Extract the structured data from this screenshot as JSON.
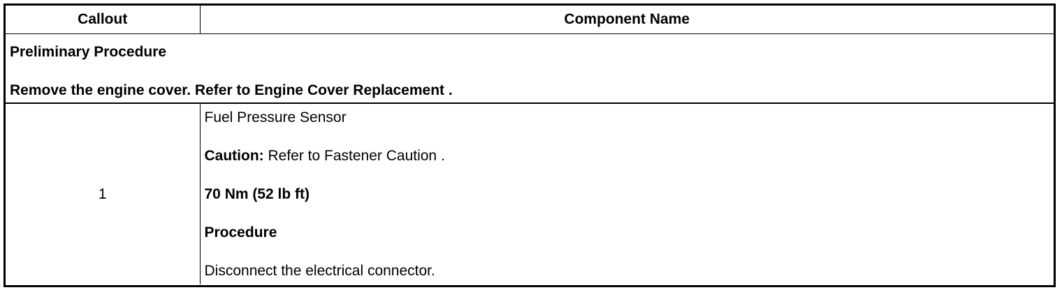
{
  "table": {
    "headers": {
      "callout": "Callout",
      "component_name": "Component Name"
    },
    "preliminary": {
      "title": "Preliminary Procedure",
      "step": "Remove the engine cover. Refer to Engine Cover Replacement ."
    },
    "rows": [
      {
        "callout": "1",
        "component": "Fuel Pressure Sensor",
        "caution_label": "Caution:",
        "caution_text": " Refer to Fastener Caution .",
        "torque": "70 Nm (52 lb ft)",
        "procedure_label": "Procedure",
        "procedure_step": "Disconnect the electrical connector."
      }
    ]
  }
}
